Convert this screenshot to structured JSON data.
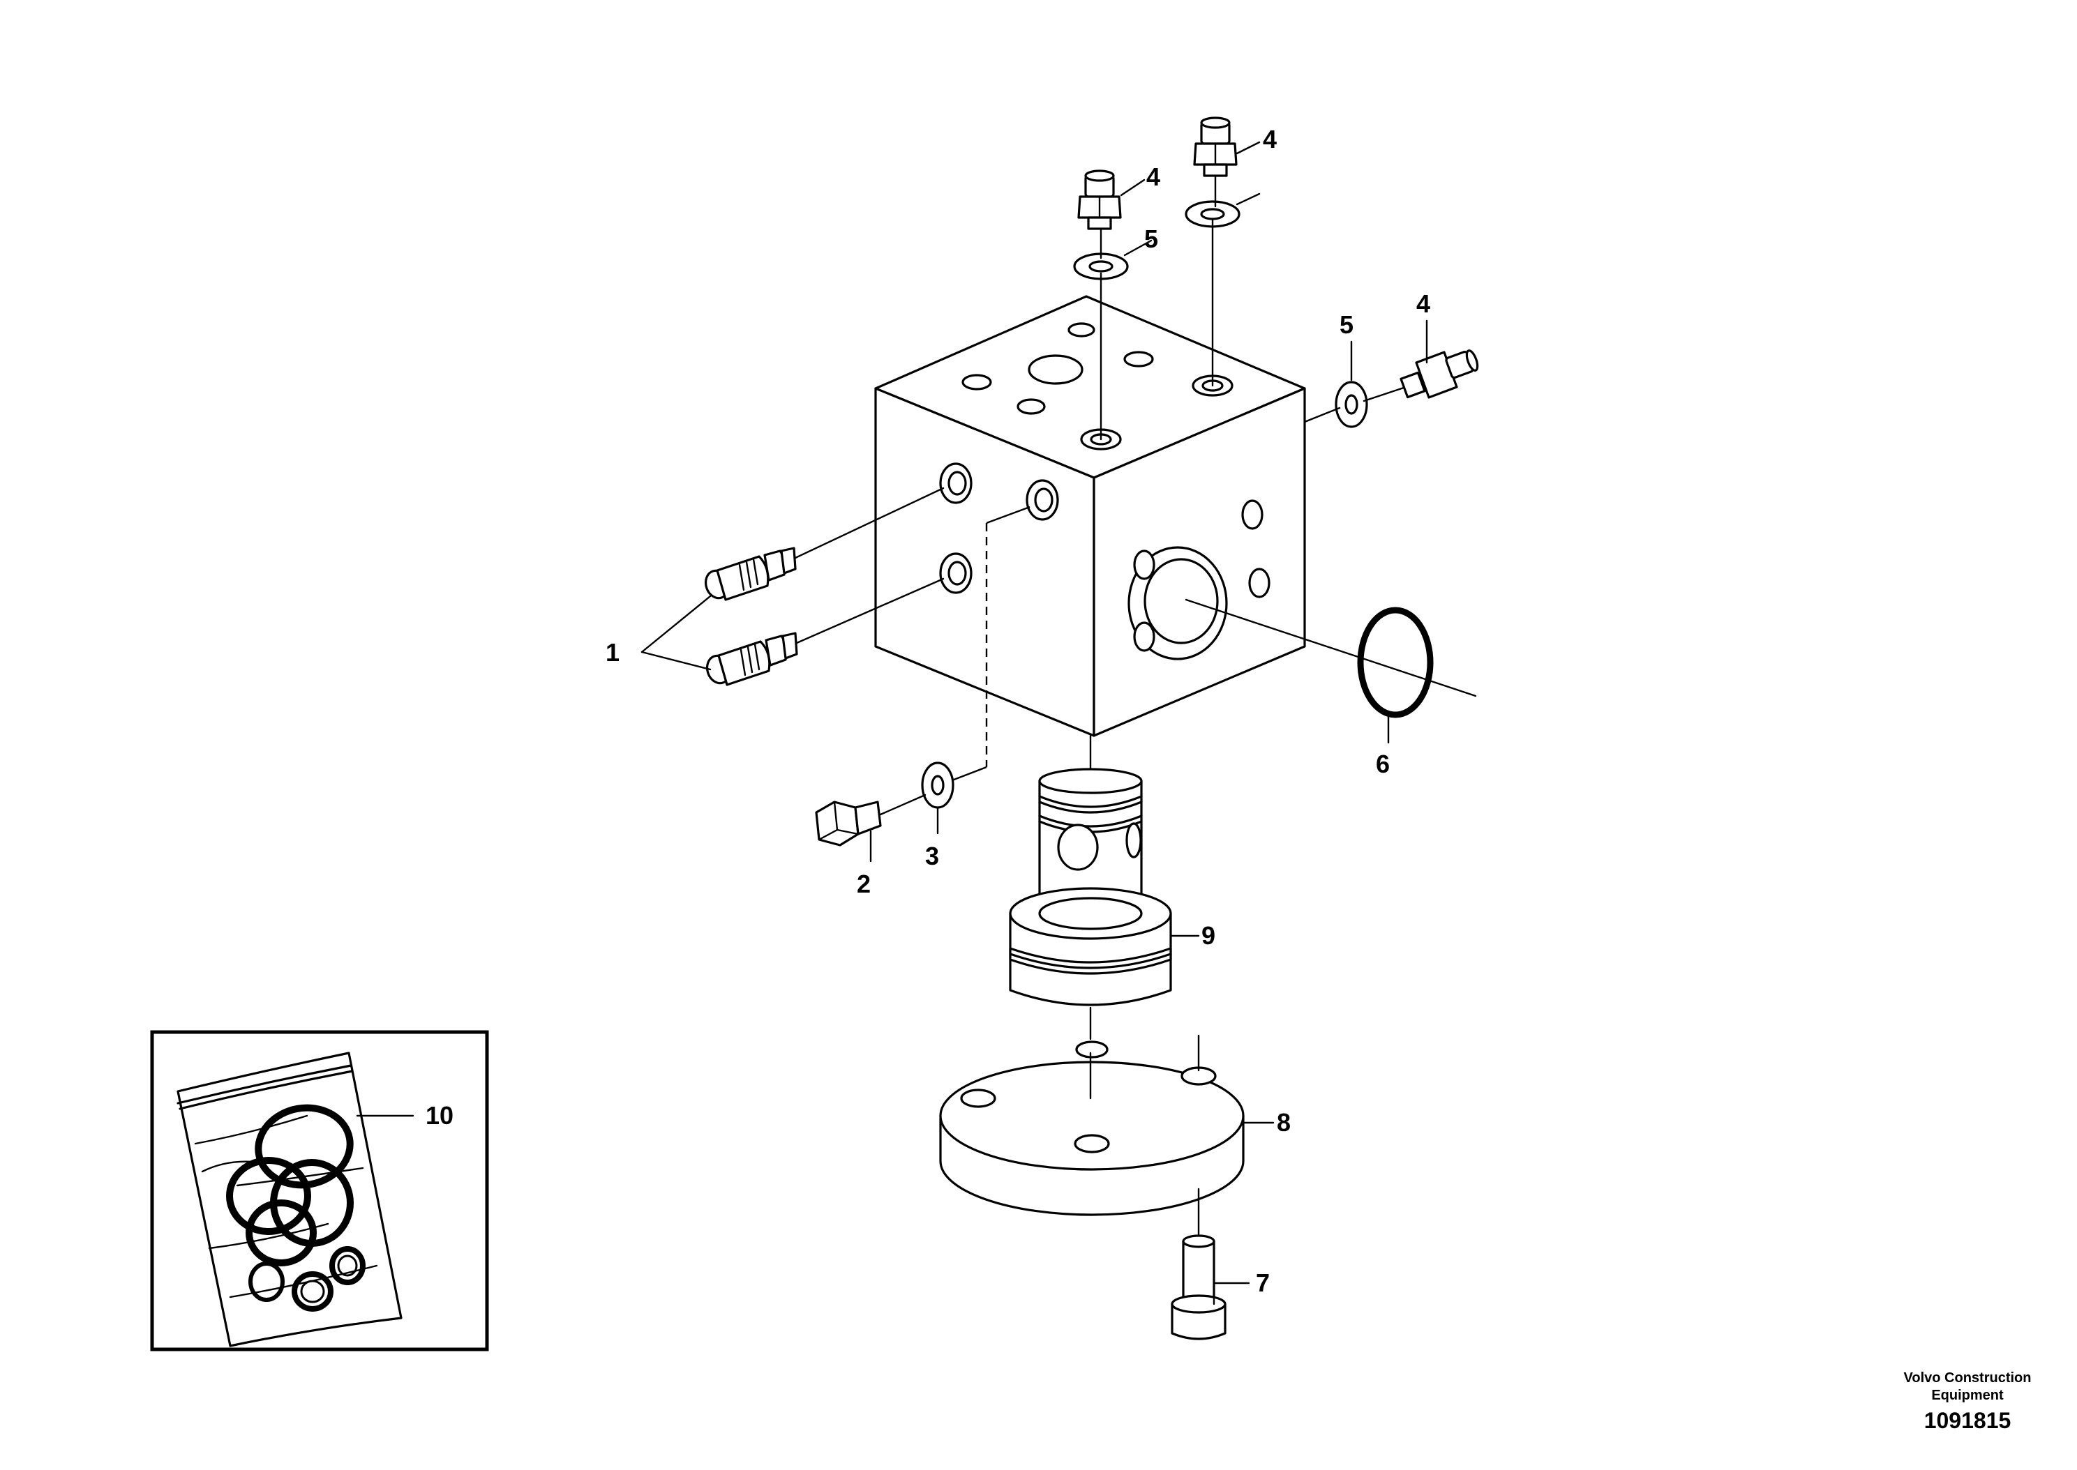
{
  "callouts": {
    "c1": "1",
    "c2": "2",
    "c3": "3",
    "c4a": "4",
    "c4b": "4",
    "c4c": "4",
    "c5a": "5",
    "c5b": "5",
    "c6": "6",
    "c7": "7",
    "c8": "8",
    "c9": "9",
    "c10": "10"
  },
  "credit": {
    "line1": "Volvo Construction",
    "line2": "Equipment",
    "ref_number": "1091815"
  }
}
